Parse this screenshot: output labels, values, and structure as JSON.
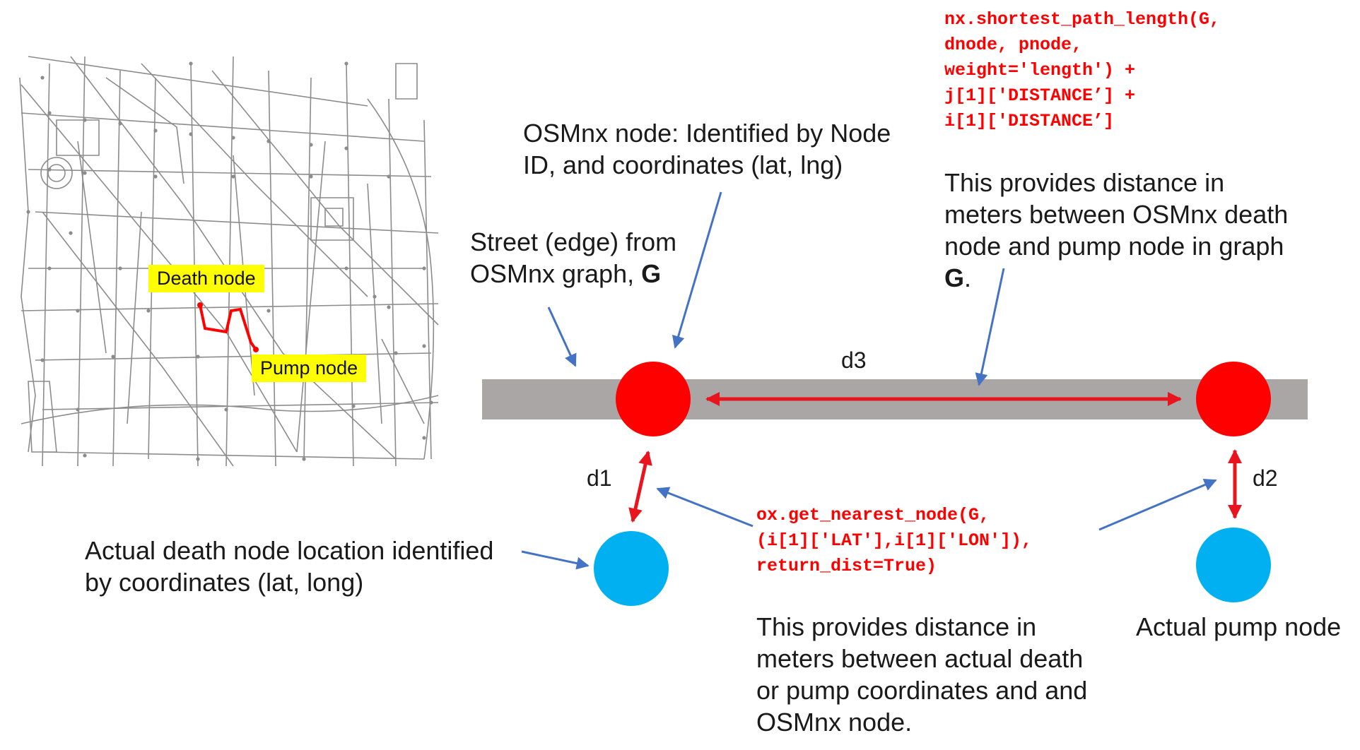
{
  "map": {
    "death_tag": "Death node",
    "pump_tag": "Pump node"
  },
  "labels": {
    "osmnx_node_line1": "OSMnx node: Identified by Node",
    "osmnx_node_line2": "ID, and coordinates (lat, lng)",
    "street_line1": "Street (edge) from",
    "street_line2_prefix": "OSMnx graph, ",
    "street_line2_bold": "G",
    "distance_g_line1": "This provides distance in",
    "distance_g_line2": "meters between OSMnx death",
    "distance_g_line3": "node and pump node in graph",
    "distance_g_line4_bold": "G",
    "distance_g_line4_suffix": ".",
    "actual_death_line1": "Actual death node location identified",
    "actual_death_line2": "by coordinates (lat, long)",
    "actual_pump": "Actual pump node",
    "distance_actual_line1": "This provides distance in",
    "distance_actual_line2": "meters between actual death",
    "distance_actual_line3": "or pump coordinates and and",
    "distance_actual_line4": "OSMnx node.",
    "d1": "d1",
    "d2": "d2",
    "d3": "d3"
  },
  "code": {
    "shortest_path": [
      "nx.shortest_path_length(G,",
      "dnode, pnode,",
      "weight='length') +",
      "j[1]['DISTANCE’] +",
      "i[1]['DISTANCE’]"
    ],
    "nearest_node": [
      "ox.get_nearest_node(G,",
      "(i[1]['LAT'],i[1]['LON']),",
      "return_dist=True)"
    ]
  },
  "colors": {
    "street": "#aaa6a5",
    "osmnx_node": "#ff0000",
    "actual_node": "#00b0f0",
    "arrow_red": "#e8141e",
    "arrow_blue": "#4472c4",
    "map_lines": "#8c8c8c",
    "tag_bg": "#ffff00"
  }
}
